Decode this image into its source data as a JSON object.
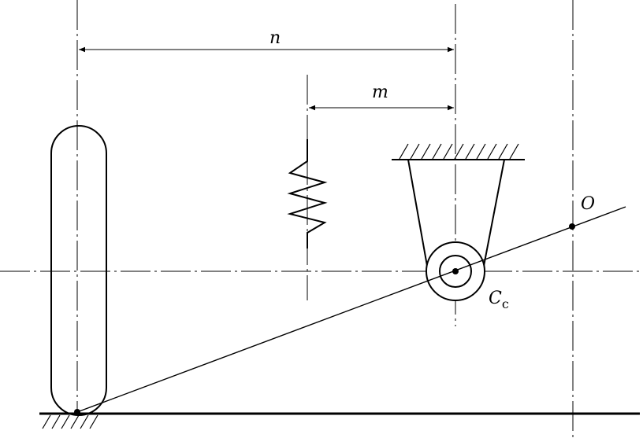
{
  "labels": {
    "n": "n",
    "m": "m",
    "O": "O",
    "Cc_main": "C",
    "Cc_sub": "c"
  },
  "colors": {
    "ink": "#000000",
    "background": "#ffffff"
  }
}
